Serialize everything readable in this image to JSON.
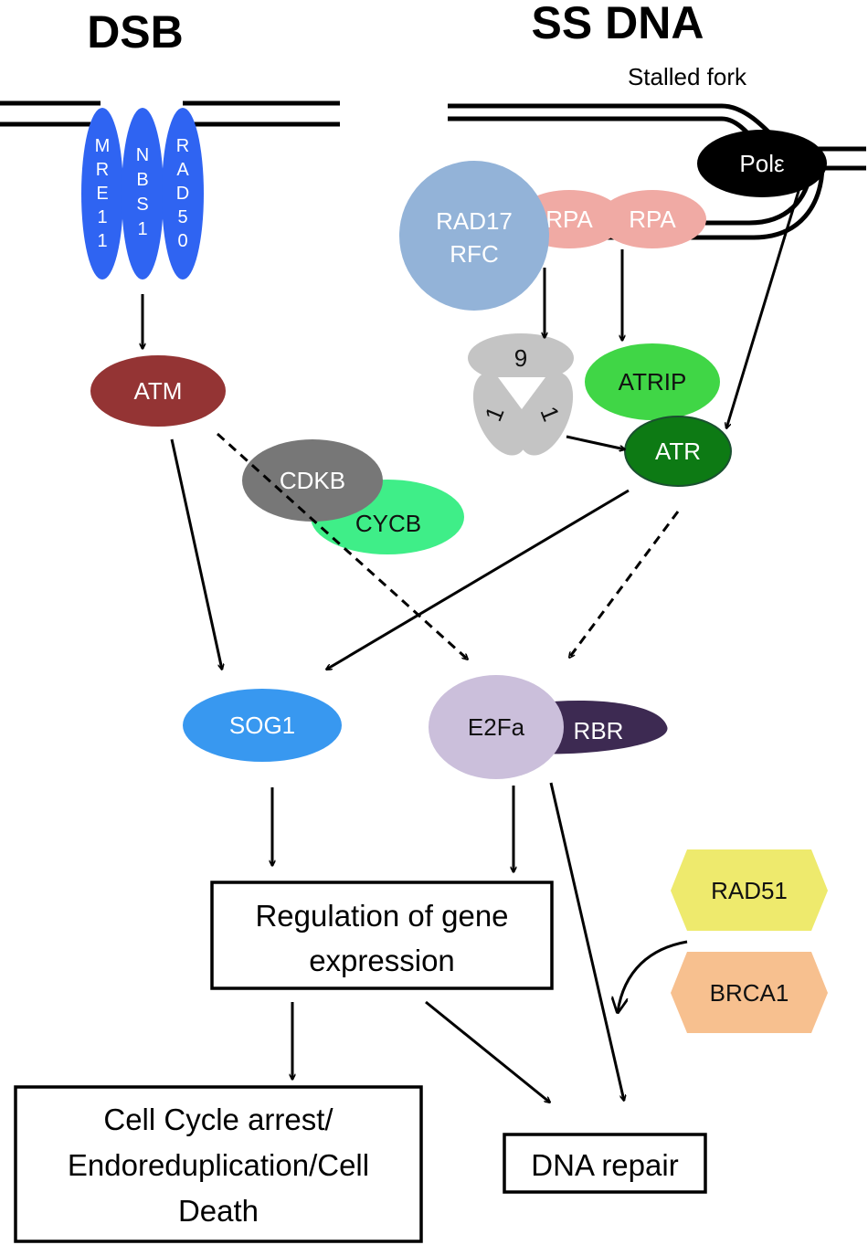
{
  "titles": {
    "dsb": "DSB",
    "ssdna": "SS DNA",
    "stalled_fork": "Stalled fork"
  },
  "proteins": {
    "mre11": [
      "M",
      "R",
      "E",
      "1",
      "1"
    ],
    "nbs1": [
      "N",
      "B",
      "S",
      "1"
    ],
    "rad50": [
      "R",
      "A",
      "D",
      "5",
      "0"
    ],
    "atm": "ATM",
    "pol_e": "Polε",
    "rad17_rfc": [
      "RAD17",
      "RFC"
    ],
    "rpa_1": "RPA",
    "rpa_2": "RPA",
    "nine": "9",
    "one_left": "1",
    "one_right": "1",
    "atrip": "ATRIP",
    "atr": "ATR",
    "cdkb": "CDKB",
    "cycb": "CYCB",
    "sog1": "SOG1",
    "e2fa": "E2Fa",
    "rbr": "RBR",
    "rad51": "RAD51",
    "brca1": "BRCA1"
  },
  "boxes": {
    "gene_regulation": [
      "Regulation of gene",
      "expression"
    ],
    "cell_fate": [
      "Cell Cycle arrest/",
      "Endoreduplication/Cell",
      "Death"
    ],
    "dna_repair": "DNA repair"
  },
  "colors": {
    "mrn_blue": "#2f64f2",
    "atm_red": "#943434",
    "pol_black": "#000000",
    "rad17_blue": "#93b3d8",
    "rpa_pink": "#f0aaa4",
    "clamp_grey": "#c4c4c4",
    "atrip_green": "#40d646",
    "atr_green": "#0d7a14",
    "cdkb_grey": "#777777",
    "cycb_green": "#3fee88",
    "sog1_blue": "#3898f0",
    "e2fa_lilac": "#cbbfdb",
    "rbr_purple": "#3d2a52",
    "rad51_yellow": "#eeea6d",
    "brca1_orange": "#f7c08f"
  }
}
